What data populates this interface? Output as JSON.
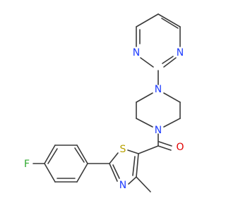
{
  "atoms": {
    "n_pyrimidine_1": "N",
    "n_pyrimidine_2": "N",
    "n_piperazine_top": "N",
    "n_piperazine_bottom": "N",
    "o_carbonyl": "O",
    "s_thiazole": "S",
    "n_thiazole": "N",
    "f_fluoro": "F"
  },
  "colors": {
    "bond": "#3a3a3a",
    "nitrogen": "#1f3dff",
    "oxygen": "#e00000",
    "sulfur": "#b8a100",
    "fluorine": "#2fa82f"
  }
}
